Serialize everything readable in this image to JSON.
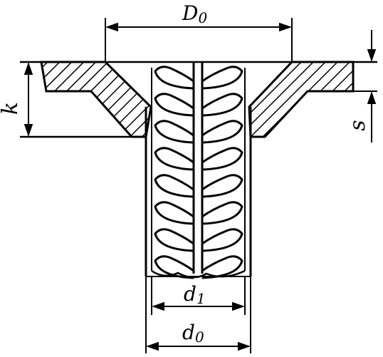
{
  "labels": {
    "D0": "D",
    "D0_sub": "0",
    "k": "k",
    "s": "s",
    "d1": "d",
    "d1_sub": "1",
    "d0": "d",
    "d0_sub": "0"
  },
  "colors": {
    "ink": "#000000",
    "paper": "#ffffff"
  }
}
